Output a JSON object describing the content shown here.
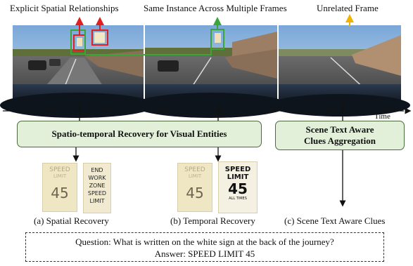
{
  "titles": {
    "frame1": "Explicit Spatial Relationships",
    "frame2": "Same Instance Across Multiple Frames",
    "frame3": "Unrelated Frame"
  },
  "time_label": "Time",
  "boxes": {
    "spatio_temporal": "Spatio-temporal Recovery for  Visual Entities",
    "scene_text_line1": "Scene Text Aware",
    "scene_text_line2": "Clues Aggregation"
  },
  "signs": {
    "speed_faded_top": "SPEED",
    "speed_faded_mid": "LIMIT",
    "speed_number": "45",
    "end_work_zone": [
      "END",
      "WORK",
      "ZONE",
      "SPEED",
      "LIMIT"
    ],
    "speed_clear_top": "SPEED",
    "speed_clear_mid": "LIMIT",
    "speed_clear_num": "45",
    "speed_clear_small": "ALL TIMES"
  },
  "captions": {
    "a": "(a) Spatial Recovery",
    "b": "(b) Temporal Recovery",
    "c": "(c) Scene Text Aware Clues"
  },
  "qa": {
    "question": "Question: What is written on the white sign at the back of the journey?",
    "answer": "Answer: SPEED LIMIT 45"
  },
  "colors": {
    "red_arrow": "#e02020",
    "green_arrow": "#3aa63a",
    "yellow_arrow": "#f0b400",
    "box_fill": "#e2f0d9",
    "box_border": "#4b6b3c"
  }
}
